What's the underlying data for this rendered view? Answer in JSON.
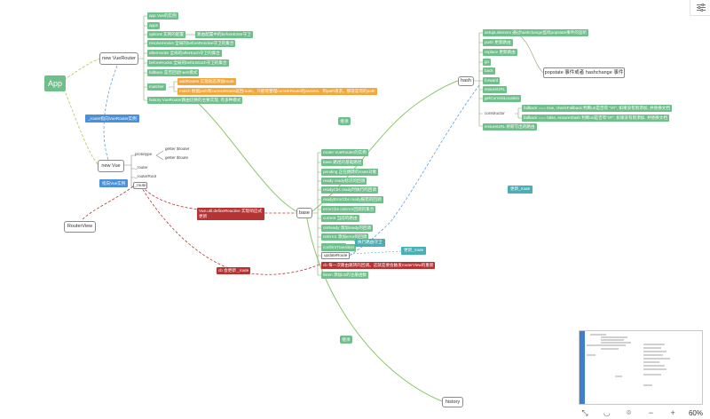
{
  "root": {
    "label": "App"
  },
  "vue_router": {
    "label": "new VueRouter",
    "props": [
      "app Vue的实例",
      "apps",
      "options 实例的配置",
      "resolveHooks 全局的beforeResolve守卫的集合",
      "afterHooks 全局的afterEach守卫的集合",
      "beforeHooks 全局的beforeEach守卫的集合",
      "fallback 是否回退hash模式",
      "matcher",
      "history VueRouter路由切换的主要实现, 有多种模式"
    ],
    "options_note": "路由配置中的beforeEnter守卫",
    "matcher_items": [
      "addRoutes 实现动态添加route",
      "match 根据path和currentRoute返回route。只能等整理currentRoute的params、和path请求。那就是有的path"
    ]
  },
  "labels": {
    "router_link": "_router指向VueRouter实例",
    "vue_link": "指向Vue实例",
    "reactive": "Vue.util.defineReactive 实现响应式更新",
    "cb_update": "cb 会更新 _route",
    "inherit_top": "继承",
    "inherit_bottom": "继承",
    "update_route_right": "更新_route",
    "update_route_mid": "更新_route",
    "exec_guard": "执行路由守卫"
  },
  "vue": {
    "label": "new Vue",
    "prototype": "prototype",
    "getter_router": "getter $router",
    "getter_route": "getter $route",
    "router": "_router",
    "router_root": "_routerRoot",
    "route": "_route"
  },
  "router_view": {
    "label": "RouterView"
  },
  "base": {
    "label": "base",
    "props": [
      "router VueRouter的实例",
      "base 路径的基础路径",
      "pending 正在跳转的route对象",
      "ready ready标识的回调",
      "readyCbs ready时执行的回调",
      "readyErrorCbs ready报错的回调",
      "errorCbs onError回调的集合",
      "current 当前的路由",
      "onReady 添加ready的回调",
      "onError 添加error的回调",
      "transitionTo",
      "confirmTransition",
      "updateRoute",
      "cb 每一次路由跳转的回调。这就是要会触发routerView的重新",
      "listen 添加cb的注册函数"
    ]
  },
  "hash": {
    "label": "hash",
    "props": [
      "setupListeners 通过hashchange监听popstate事件的监听",
      "push 更新路由",
      "replace 更新路由",
      "go",
      "back",
      "forward",
      "ensureURL",
      "getCurrentLocation",
      "constructor",
      "ensureURL 将新写出的路由"
    ],
    "popstate": "popstate 事件或者 hashchange 事件",
    "fallback_true": "fallback === true, checkFallback 判断url是否有 \"/#/\", 如果没有则添加, 并替换文档",
    "fallback_false": "fallback === false, ensureSlash 判断url是否有\"/#/\", 如果没有则添加, 并替换文档"
  },
  "history": {
    "label": "history"
  },
  "ui": {
    "zoom": "60%"
  },
  "colors": {
    "green": "#6fbf8b",
    "orange": "#f3a73b",
    "red": "#b53333",
    "teal": "#4aaeb5",
    "blue": "#4a90d9"
  }
}
